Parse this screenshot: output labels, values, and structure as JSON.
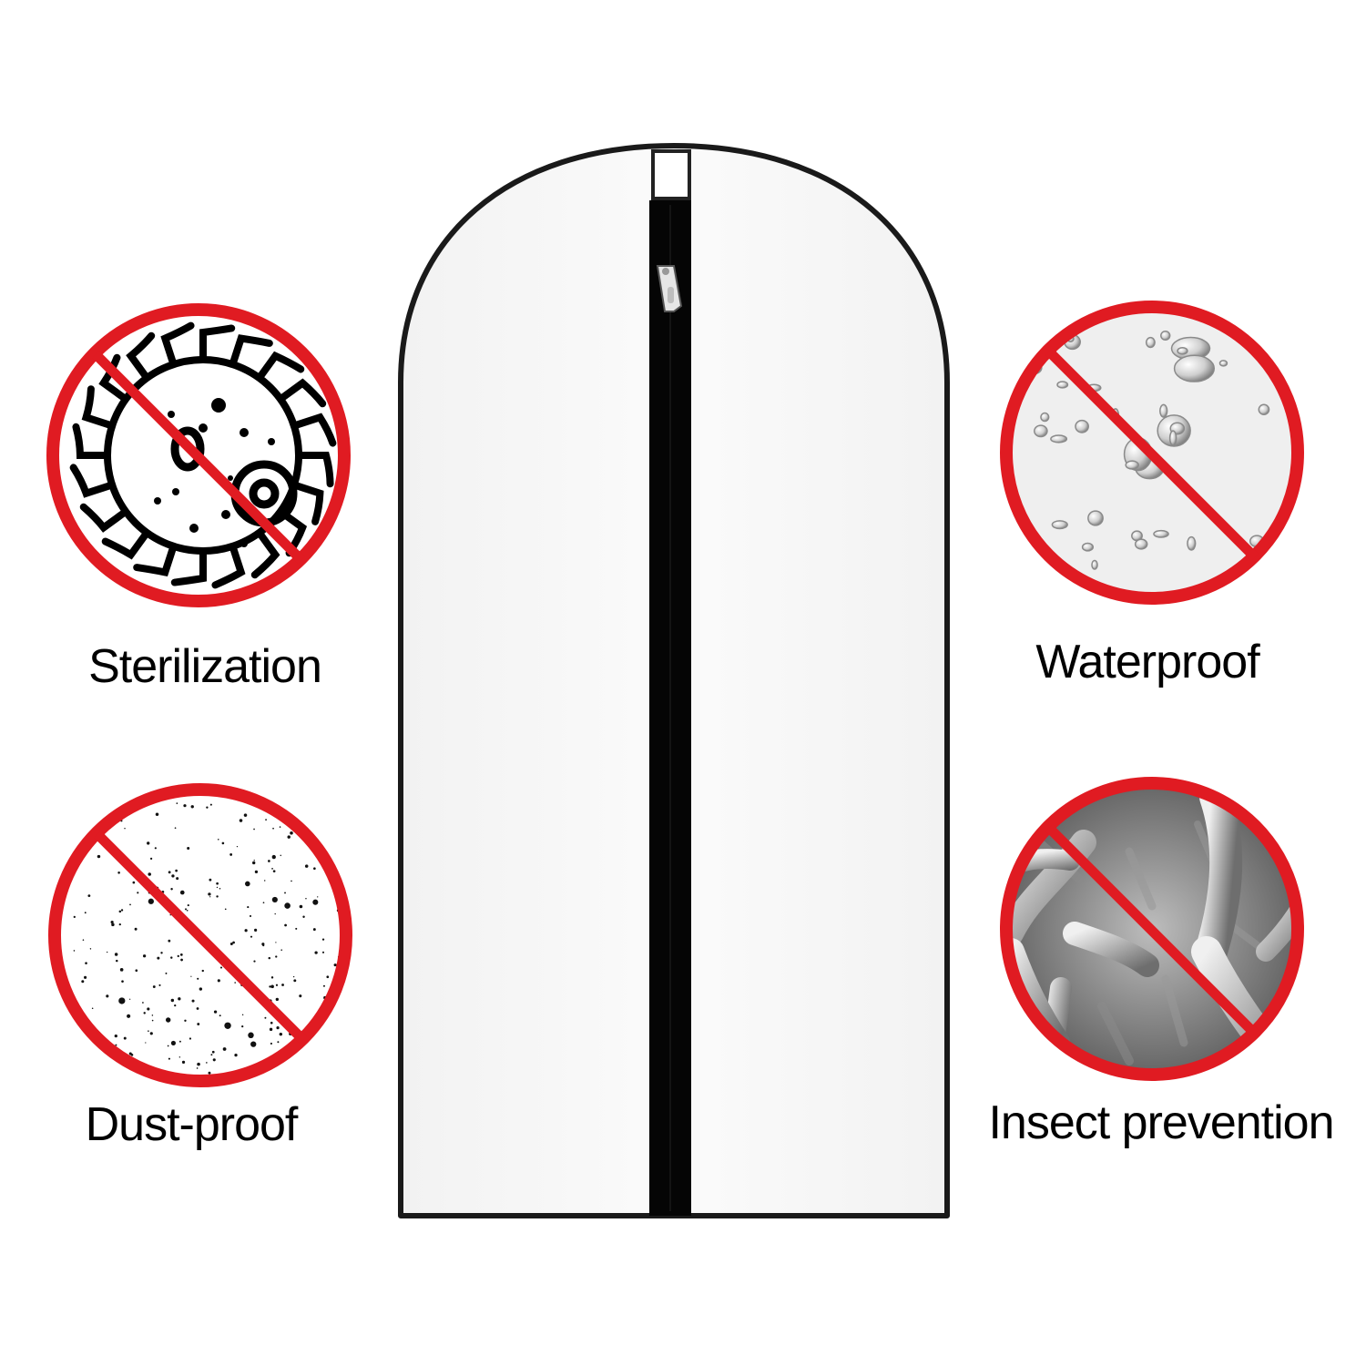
{
  "features": [
    {
      "id": "sterilization",
      "label": "Sterilization",
      "icon": "germ-icon"
    },
    {
      "id": "waterproof",
      "label": "Waterproof",
      "icon": "water-drops-icon"
    },
    {
      "id": "dust_proof",
      "label": "Dust-proof",
      "icon": "dust-specks-icon"
    },
    {
      "id": "insect_prevention",
      "label": "Insect prevention",
      "icon": "bacteria-icon"
    }
  ],
  "colors": {
    "prohibition_red": "#e01b22",
    "bag_outline": "#1a1a1a",
    "zipper": "#000000",
    "background": "#ffffff"
  }
}
